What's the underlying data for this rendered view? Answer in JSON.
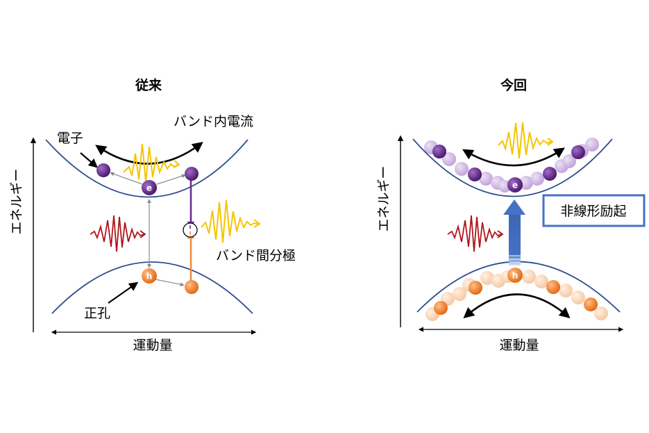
{
  "left": {
    "title": "従来",
    "intraband_label": "バンド内電流",
    "interband_label": "バンド間分極",
    "electron_label": "電子",
    "hole_label": "正孔",
    "energy_label": "エネルギー",
    "momentum_label": "運動量",
    "electron_letter": "e",
    "hole_letter": "h"
  },
  "right": {
    "title": "今回",
    "excitation_label": "非線形励起",
    "energy_label": "エネルギー",
    "momentum_label": "運動量",
    "electron_letter": "e",
    "hole_letter": "h"
  },
  "colors": {
    "band_curve": "#2f4f8f",
    "electron": "#6a2c91",
    "hole": "#f08a3c",
    "red_pulse": "#b0141b",
    "yellow_pulse": "#f5c400",
    "excitation_arrow": "#4472c4",
    "label_box_border": "#4472c4"
  }
}
